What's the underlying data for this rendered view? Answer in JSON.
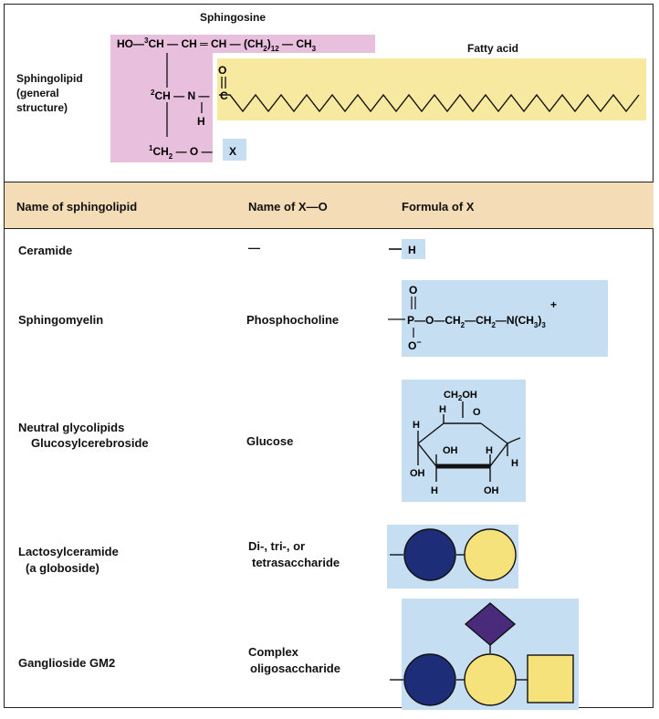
{
  "structure": {
    "title": "Sphingolipid",
    "title_line2": "(general",
    "title_line3": "structure)",
    "sphingosine_label": "Sphingosine",
    "fatty_acid_label": "Fatty acid",
    "x_label": "X"
  },
  "table": {
    "headers": [
      "Name of sphingolipid",
      "Name of X—O",
      "Formula of X"
    ],
    "rows": [
      {
        "name": "Ceramide",
        "name2": "",
        "x_name": "—",
        "x_name2": "",
        "formula": "—H"
      },
      {
        "name": "Sphingomyelin",
        "name2": "",
        "x_name": "Phosphocholine",
        "x_name2": "",
        "formula": "phosphocholine"
      },
      {
        "name": "Neutral glycolipids",
        "name2": "Glucosylcerebroside",
        "x_name": "Glucose",
        "x_name2": "",
        "formula": "glucose-ring"
      },
      {
        "name": "Lactosylceramide",
        "name2": "(a globoside)",
        "x_name": "Di-, tri-, or",
        "x_name2": "tetrasaccharide",
        "formula": "disaccharide"
      },
      {
        "name": "Ganglioside GM2",
        "name2": "",
        "x_name": "Complex",
        "x_name2": "oligosaccharide",
        "formula": "oligosaccharide"
      }
    ]
  },
  "colors": {
    "sphingosine_bg": "#e8bfdc",
    "fatty_acid_bg": "#f7e9a0",
    "x_bg": "#c6def2",
    "header_bg": "#f3dcb6",
    "glucose_fill": "#1e2d78",
    "galactose_fill": "#f5e27a",
    "sialic_fill": "#4a2a7a"
  }
}
